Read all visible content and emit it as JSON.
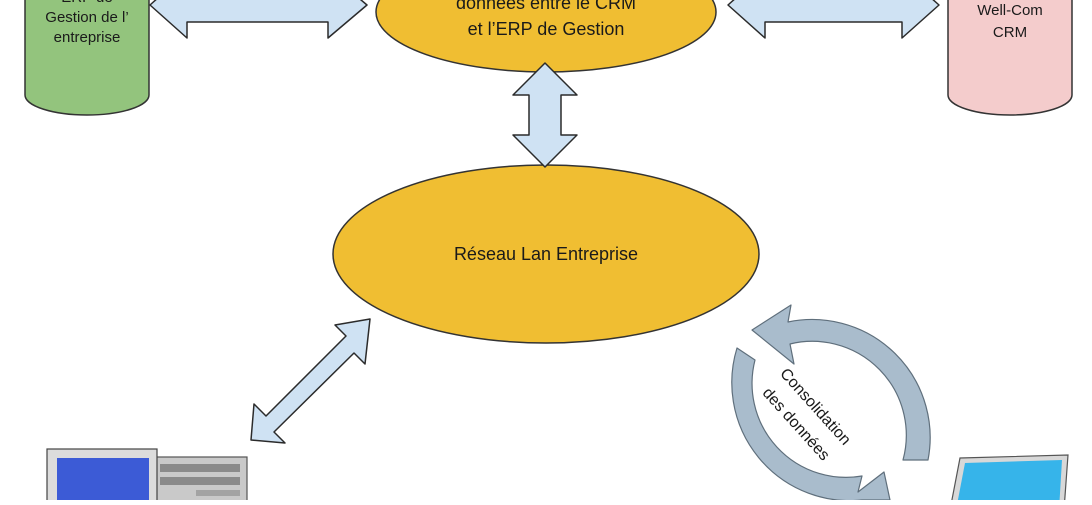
{
  "nodes": {
    "erp": {
      "lines": [
        "ERP de",
        "Gestion de l’",
        "entreprise"
      ],
      "fill": "#93c47d"
    },
    "sync": {
      "lines": [
        "données entre le CRM",
        "et l’ERP de Gestion"
      ],
      "fill": "#f0be32"
    },
    "crm": {
      "lines": [
        "Well-Com",
        "CRM"
      ],
      "fill": "#f4cccc"
    },
    "lan": {
      "label": "Réseau Lan Entreprise",
      "fill": "#f0be32"
    },
    "consolidation": {
      "lines": [
        "Consolidation",
        "des données"
      ]
    }
  },
  "colors": {
    "arrow_fill": "#cfe2f3",
    "arrow_stroke": "#2b2b2b",
    "cycle_arrow": "#a9bccc",
    "monitor_screen": "#3c5bd6",
    "tower": "#c9c9c9",
    "laptop_screen": "#36b4ea"
  },
  "icons": [
    "desktop-computer-icon",
    "laptop-icon",
    "cycle-arrows-icon"
  ]
}
